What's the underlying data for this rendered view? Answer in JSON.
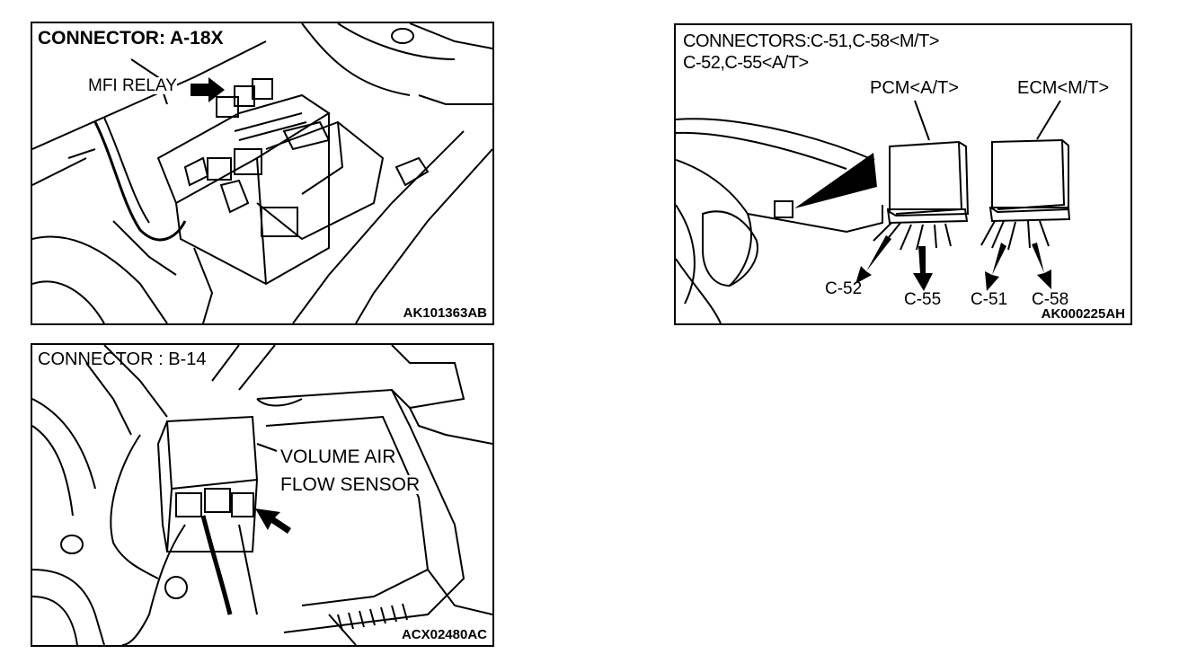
{
  "panel_a18x": {
    "title": "CONNECTOR: A-18X",
    "callout": "MFI RELAY",
    "code": "AK101363AB"
  },
  "panel_b14": {
    "title": "CONNECTOR : B-14",
    "callout_line1": "VOLUME AIR",
    "callout_line2": "FLOW SENSOR",
    "code": "ACX02480AC"
  },
  "panel_c51": {
    "title_line1": "CONNECTORS:C-51,C-58<M/T>",
    "title_line2": "C-52,C-55<A/T>",
    "pcm_label": "PCM<A/T>",
    "ecm_label": "ECM<M/T>",
    "refs": [
      "C-52",
      "C-55",
      "C-51",
      "C-58"
    ],
    "code": "AK000225AH"
  }
}
